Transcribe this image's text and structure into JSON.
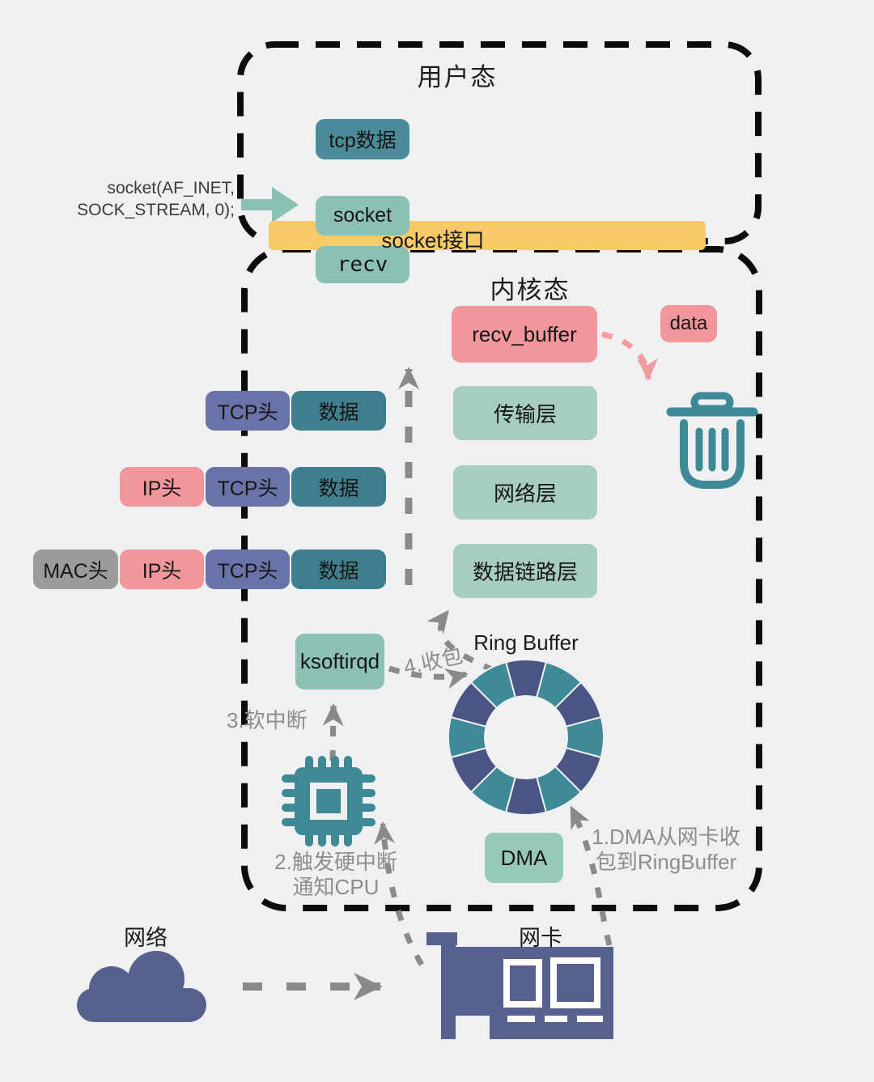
{
  "palette": {
    "background": "#eef0f2",
    "dark_teal_box": "#4C8B99",
    "data_teal_box": "#3F7F8D",
    "sage_box": "#8CC0B4",
    "layer_box": "#A7CDC1",
    "pink_box": "#F2969B",
    "purple_box": "#6A73A8",
    "gray_box": "#9B9B9B",
    "yellow_bar": "#F8CA67",
    "slate_icon": "#56618E",
    "teal_icon": "#3D8A96",
    "gray_arrow": "#8a8a8a",
    "pink_arrow": "#F09CA1",
    "boundary": "#0c0c0c"
  },
  "user_space": {
    "title": "用户态",
    "tcp_data_label": "tcp数据",
    "socket_label": "socket",
    "recv_label": "recv",
    "syscall_line1": "socket(AF_INET,",
    "syscall_line2": "SOCK_STREAM, 0);"
  },
  "socket_interface": {
    "label": "socket接口"
  },
  "kernel": {
    "title": "内核态",
    "recv_buffer_label": "recv_buffer",
    "data_label": "data",
    "layers": [
      "传输层",
      "网络层",
      "数据链路层"
    ],
    "ksoftirqd_label": "ksoftirqd",
    "dma_label": "DMA",
    "ring_buffer_title": "Ring Buffer"
  },
  "packets": {
    "rows": [
      [
        "TCP头",
        "数据"
      ],
      [
        "IP头",
        "TCP头",
        "数据"
      ],
      [
        "MAC头",
        "IP头",
        "TCP头",
        "数据"
      ]
    ]
  },
  "steps": {
    "step1_line1": "1.DMA从网卡收",
    "step1_line2": "包到RingBuffer",
    "step2_line1": "2.触发硬中断",
    "step2_line2": "通知CPU",
    "step3": "3.软中断",
    "step4": "4.收包"
  },
  "external": {
    "network_label": "网络",
    "nic_label": "网卡"
  },
  "ring_buffer": {
    "segment_count": 12,
    "color_a": "#4A5584",
    "color_b": "#3E8A96"
  },
  "icons": [
    "trash-icon",
    "cpu-chip-icon",
    "network-cloud-icon",
    "network-card-icon",
    "syscall-arrow-icon"
  ]
}
